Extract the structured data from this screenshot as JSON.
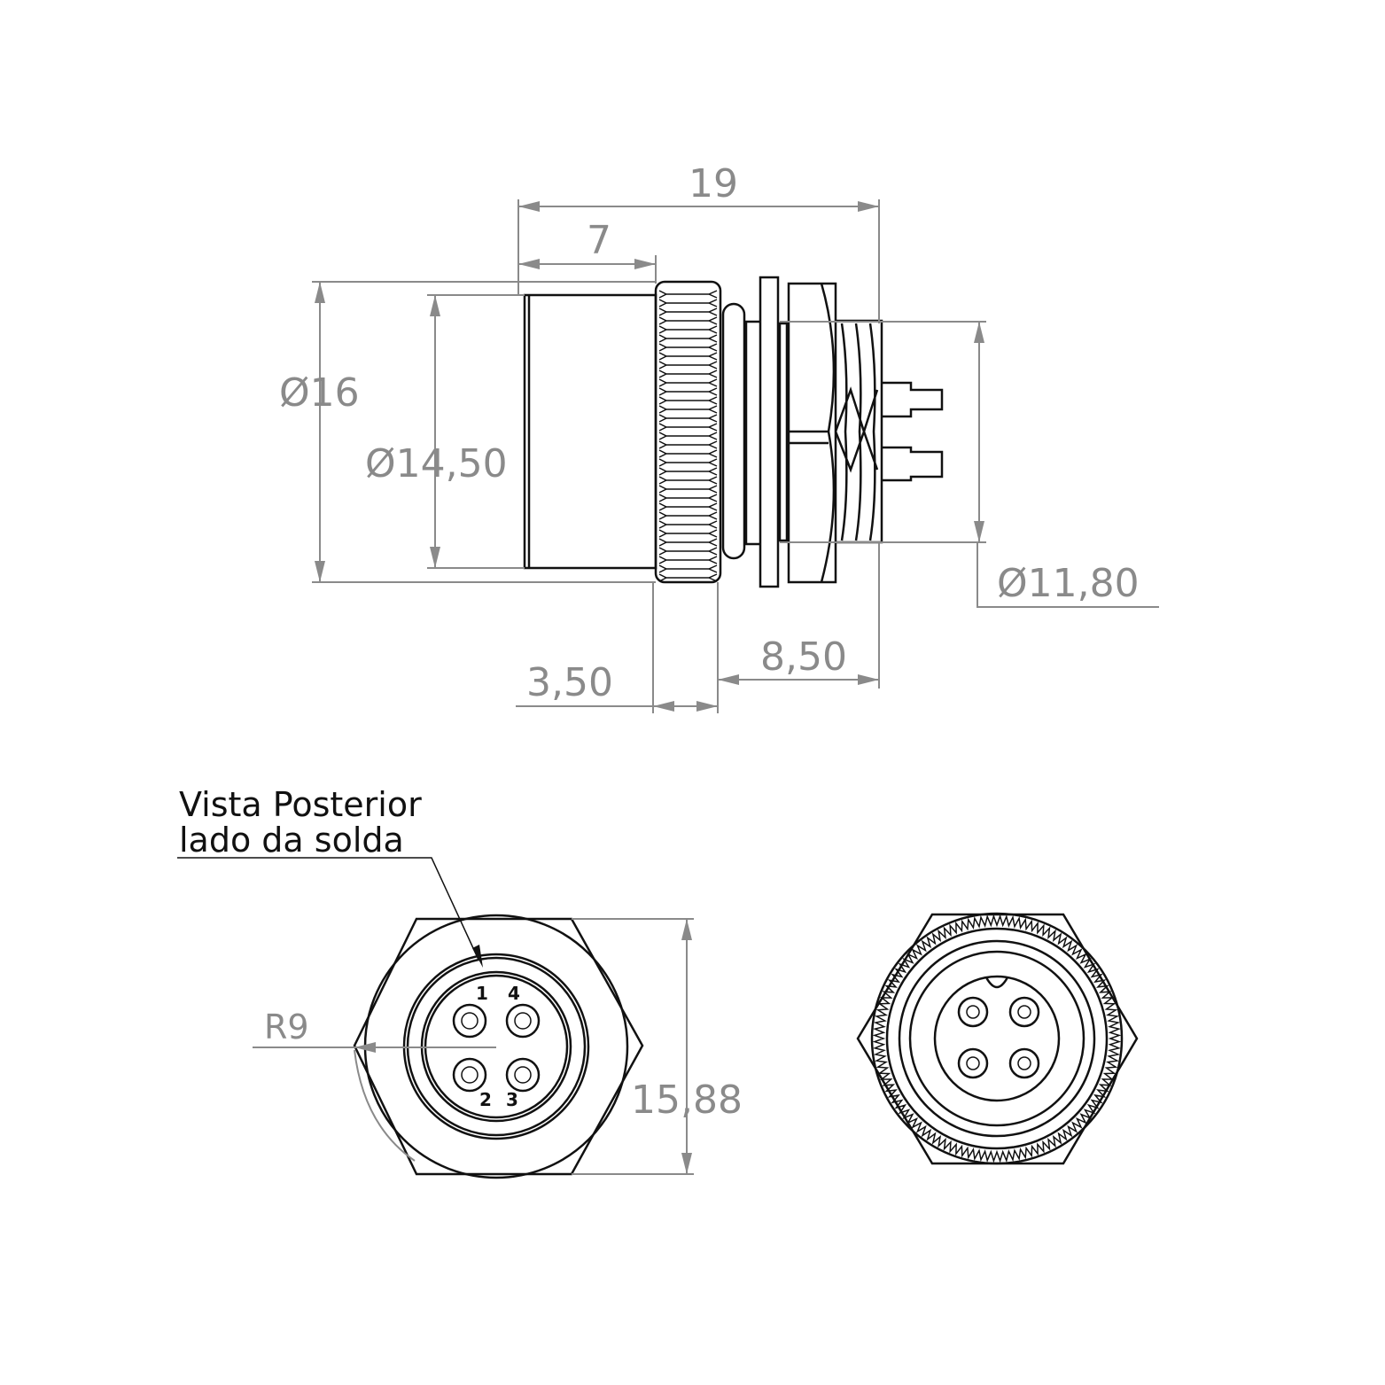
{
  "dimensions": {
    "overall_length": "19",
    "front_body_length": "7",
    "outer_diameter": "Ø16",
    "body_diameter": "Ø14,50",
    "thread_diameter": "Ø11,80",
    "rear_length": "8,50",
    "nut_width": "3,50",
    "radius": "R9",
    "hex_across_flats": "15,88"
  },
  "annotation": {
    "line1": "Vista Posterior",
    "line2": "lado da solda"
  },
  "pins": [
    "1",
    "4",
    "2",
    "3"
  ]
}
